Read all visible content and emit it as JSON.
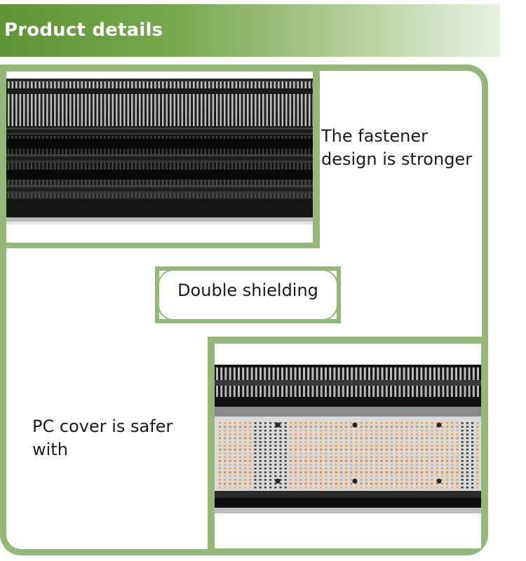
{
  "header": {
    "title": "Product details",
    "color": "#6a9c3f"
  },
  "frame": {
    "accent": "#94b879"
  },
  "feature_top": {
    "caption": "The fastener design is stronger",
    "image": "grow-light-fin-heatsink-photo"
  },
  "feature_middle": {
    "label": "Double shielding"
  },
  "feature_bottom": {
    "caption": "PC cover is safer with",
    "image": "grow-light-led-board-photo"
  }
}
